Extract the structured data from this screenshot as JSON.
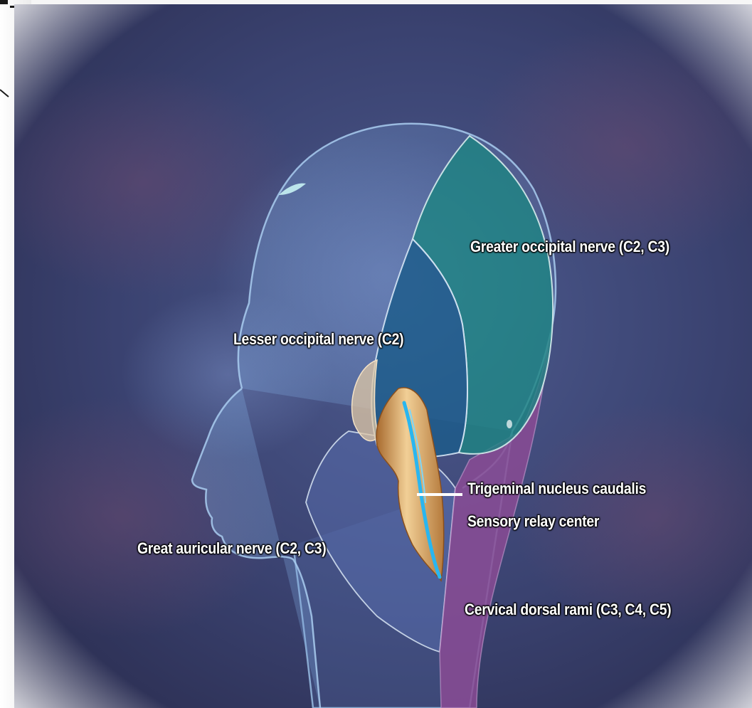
{
  "figure": {
    "labels": {
      "greater_occipital": "Greater occipital nerve (C2, C3)",
      "lesser_occipital": "Lesser occipital nerve (C2)",
      "trigeminal_line1": "Trigeminal nucleus caudalis",
      "trigeminal_line2": "Sensory relay center",
      "great_auricular": "Great auricular nerve (C2, C3)",
      "cervical_dorsal": "Cervical dorsal rami (C3, C4, C5)"
    },
    "colors": {
      "background": "#3a4270",
      "head_outline": "#9ec4ea",
      "greater_occipital_region": "#1e7f80",
      "lesser_occipital_region": "#1b5a84",
      "great_auricular_region": "#4a5fa0",
      "cervical_dorsal_region": "#8a4b94",
      "nerve": "#29b6f0",
      "brainstem": "#e8b67a"
    }
  }
}
